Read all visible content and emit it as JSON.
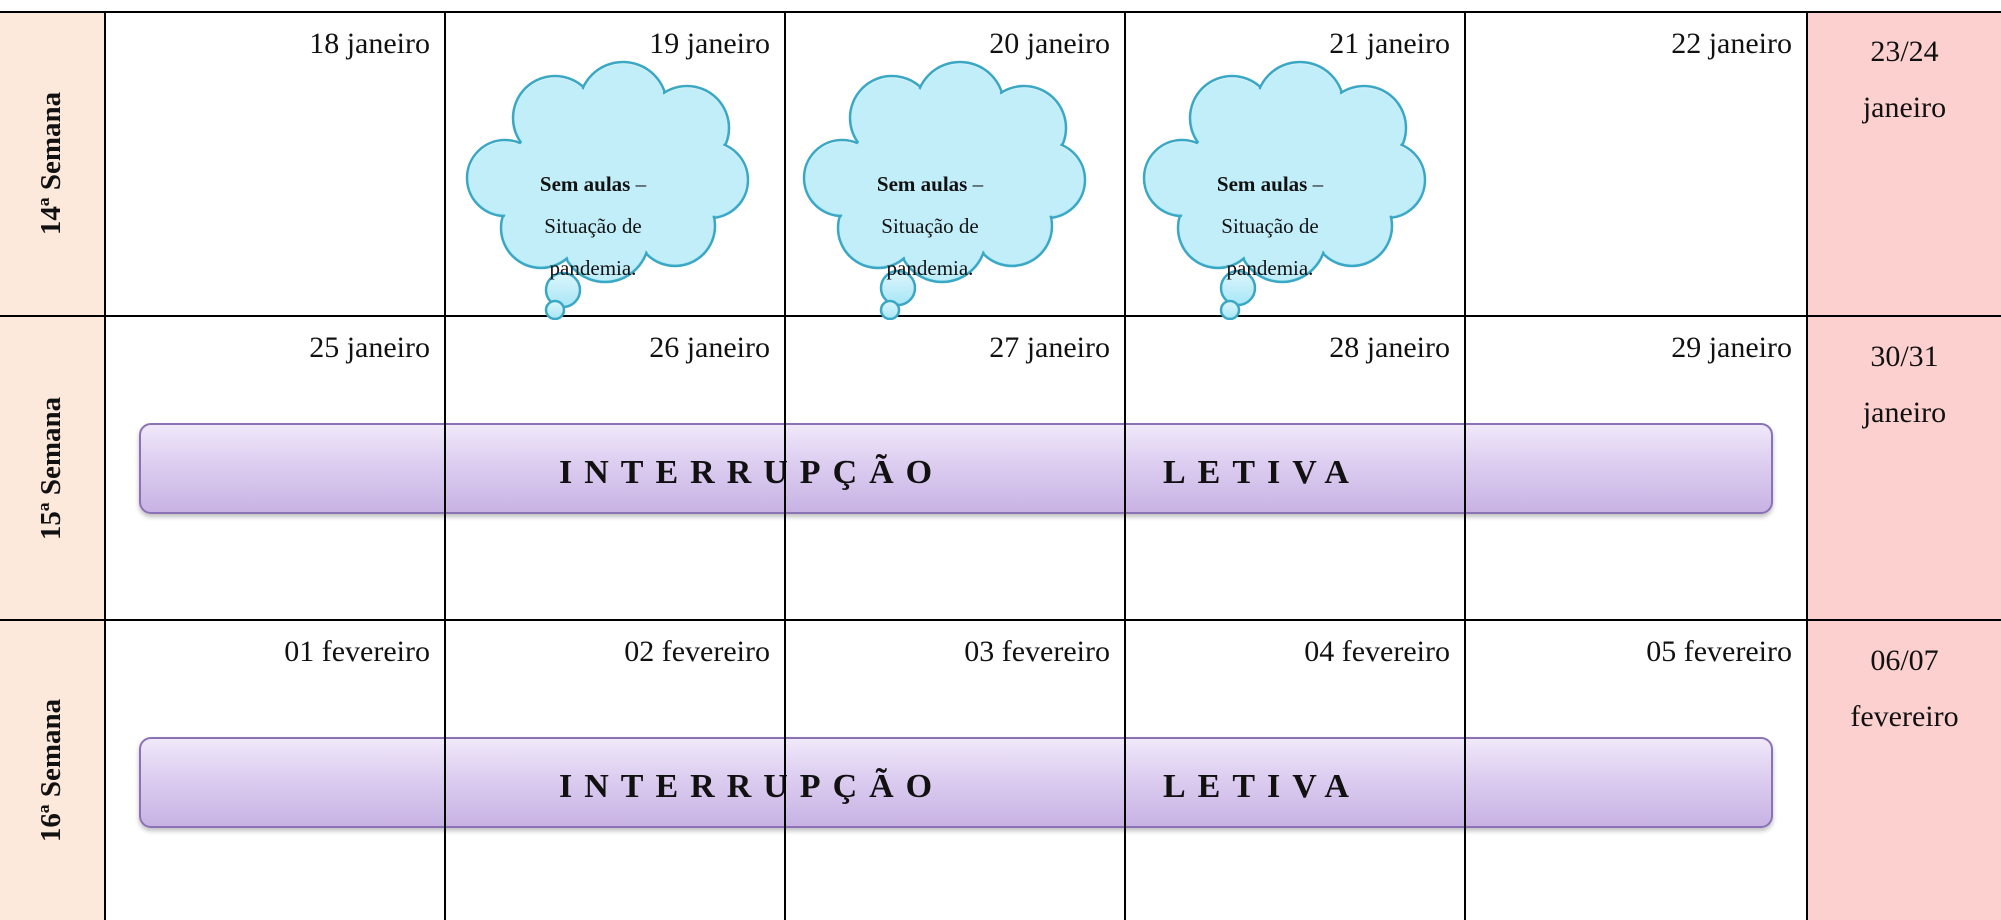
{
  "weeks": [
    {
      "label": "14ª Semana",
      "days": [
        "18 janeiro",
        "19 janeiro",
        "20 janeiro",
        "21 janeiro",
        "22 janeiro"
      ],
      "weekend": [
        "23/24",
        "janeiro"
      ]
    },
    {
      "label": "15ª Semana",
      "days": [
        "25 janeiro",
        "26 janeiro",
        "27 janeiro",
        "28 janeiro",
        "29 janeiro"
      ],
      "weekend": [
        "30/31",
        "janeiro"
      ],
      "banner": {
        "word1": "INTERRUPÇÃO",
        "word2": "LETIVA"
      }
    },
    {
      "label": "16ª Semana",
      "days": [
        "01 fevereiro",
        "02 fevereiro",
        "03 fevereiro",
        "04 fevereiro",
        "05 fevereiro"
      ],
      "weekend": [
        "06/07",
        "fevereiro"
      ],
      "banner": {
        "word1": "INTERRUPÇÃO",
        "word2": "LETIVA"
      }
    }
  ],
  "no_class_note": {
    "bold": "Sem aulas",
    "dash": " –",
    "line2": "Situação de",
    "line3": "pandemia."
  },
  "colors": {
    "week_label_bg": "#fde9db",
    "weekend_bg": "#fdd0d0",
    "cloud_fill": "#b8ecf8",
    "cloud_stroke": "#3aa7c4",
    "banner_fill": "#dccdf0",
    "banner_stroke": "#8a72b4"
  }
}
